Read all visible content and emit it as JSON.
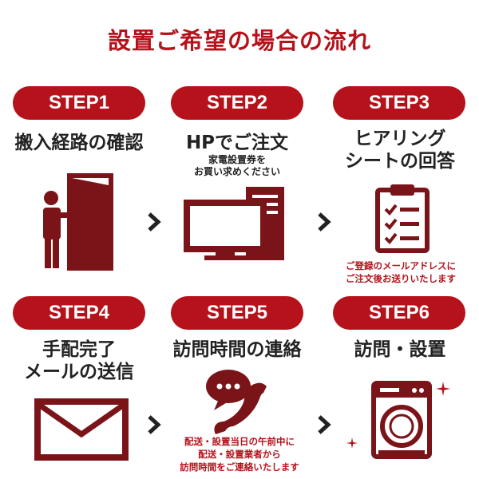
{
  "title": "設置ご希望の場合の流れ",
  "accent_color": "#b5121b",
  "icon_color": "#7a1418",
  "steps": [
    {
      "label": "STEP1",
      "heading_lines": [
        "搬入経路の確認"
      ],
      "icon": "door-person-icon"
    },
    {
      "label": "STEP2",
      "heading_lines": [
        "HPでご注文"
      ],
      "subnote_lines": [
        "家電設置券を",
        "お買い求めください"
      ],
      "icon": "computer-icon"
    },
    {
      "label": "STEP3",
      "heading_lines": [
        "ヒアリング",
        "シートの回答"
      ],
      "note_lines": [
        "ご登録のメールアドレスに",
        "ご注文後お送りいたします"
      ],
      "icon": "checklist-clipboard-icon"
    },
    {
      "label": "STEP4",
      "heading_lines": [
        "手配完了",
        "メールの送信"
      ],
      "icon": "envelope-icon"
    },
    {
      "label": "STEP5",
      "heading_lines": [
        "訪問時間の連絡"
      ],
      "note_lines": [
        "配送・設置当日の午前中に",
        "配送・設置業者から",
        "訪問時間をご連絡いたします"
      ],
      "icon": "phone-call-icon"
    },
    {
      "label": "STEP6",
      "heading_lines": [
        "訪問・設置"
      ],
      "icon": "washing-machine-icon"
    }
  ]
}
